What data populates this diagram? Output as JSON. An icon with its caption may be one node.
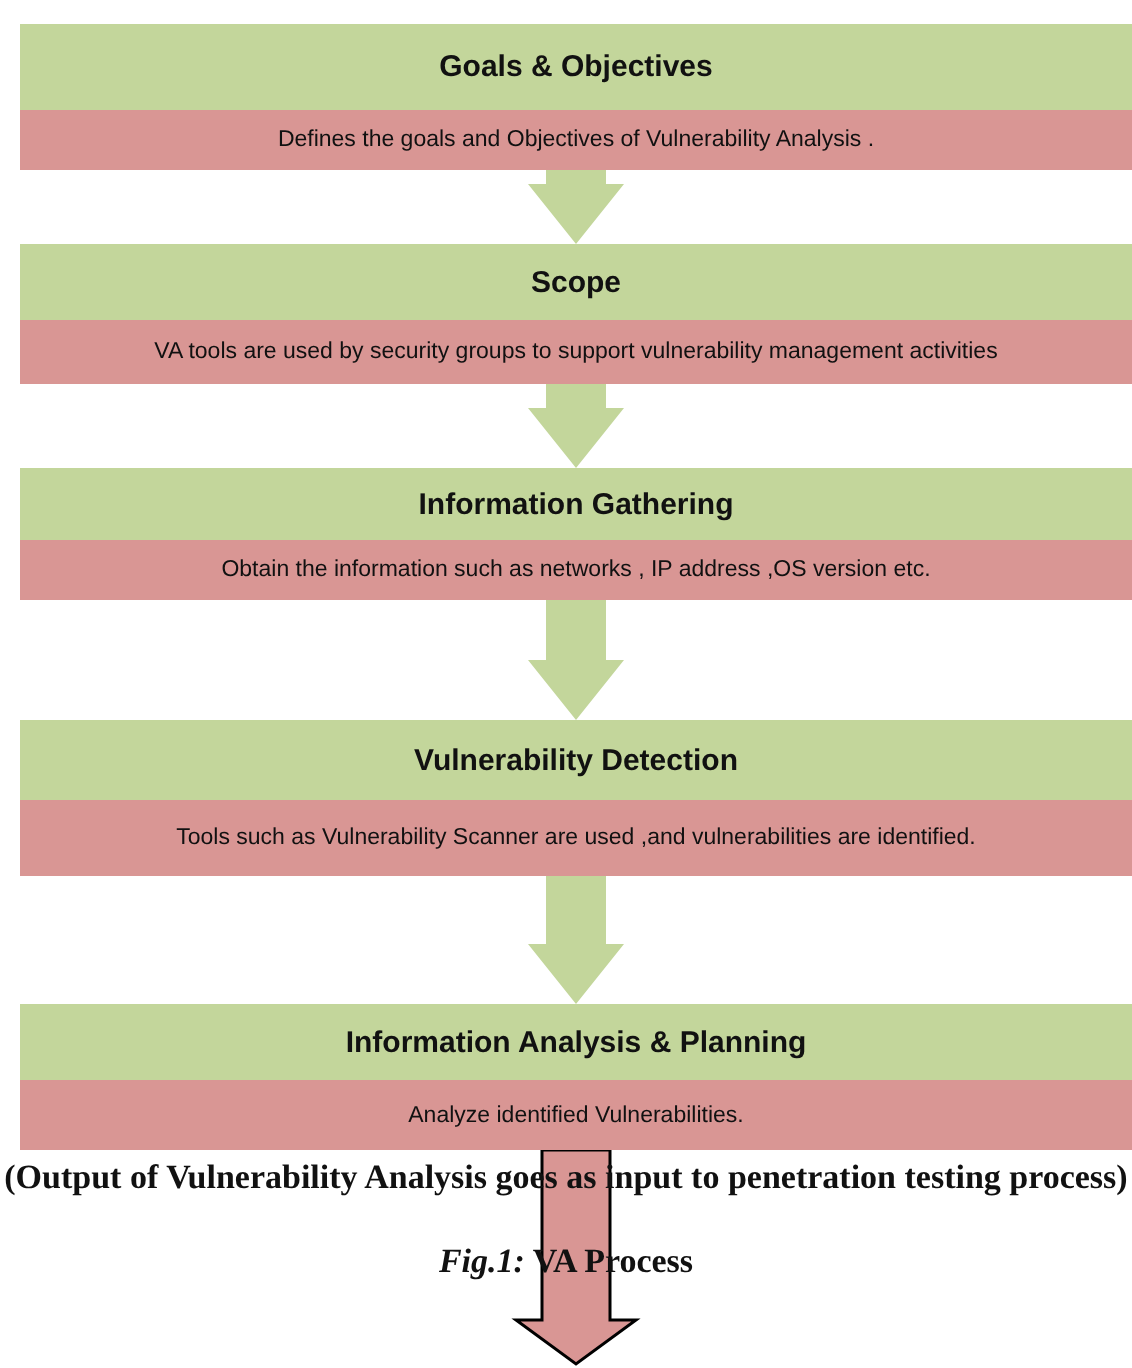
{
  "diagram": {
    "caption": "*Fig.1:* VA Process",
    "nodes": [
      {
        "text": [
          "Goals & Objectives",
          "Defines the goals and Objectives of Vulnerability Analysis ."
        ]
      },
      {
        "text": [
          "Scope",
          "VA tools are used by security groups to support vulnerability management activities"
        ]
      },
      {
        "text": [
          "Information Gathering",
          "Obtain the information such as networks , IP address ,OS version etc."
        ]
      },
      {
        "text": [
          "Vulnerability Detection",
          "Tools such as Vulnerability Scanner are used ,and vulnerabilities are identified."
        ]
      },
      {
        "text": [
          "Information Analysis & Planning",
          "Analyze identified Vulnerabilities."
        ]
      }
    ],
    "edges": [
      {
        "from": 0,
        "to": 1,
        "arrow": "to"
      },
      {
        "from": 1,
        "to": 2,
        "arrow": "to"
      },
      {
        "from": 2,
        "to": 3,
        "arrow": "to"
      },
      {
        "from": 3,
        "to": 4,
        "arrow": "to"
      },
      {
        "from": 4,
        "to": null,
        "arrow": "to",
        "color": "#d99694"
      }
    ],
    "labels": [
      "(Output of Vulnerability Analysis goes as input to penetration testing process)"
    ]
  }
}
